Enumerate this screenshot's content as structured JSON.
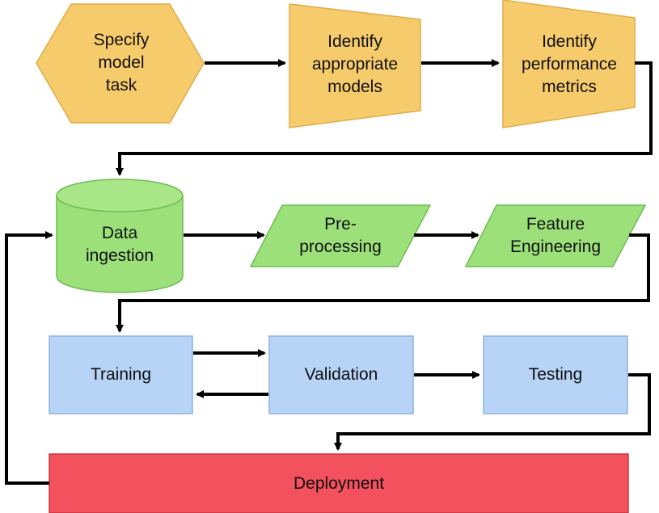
{
  "colors": {
    "stage_fill": "#F6CB6B",
    "stage_stroke": "#E0AC45",
    "data_fill": "#9CE07A",
    "data_stroke": "#6FBC55",
    "model_fill": "#B7D3F5",
    "model_stroke": "#8FB3DE",
    "deploy_fill": "#F2515D",
    "deploy_stroke": "#C8353F",
    "arrow": "#000000"
  },
  "nodes": {
    "specify": "Specify\nmodel\ntask",
    "identify_models": "Identify\nappropriate\nmodels",
    "identify_metrics": "Identify\nperformance\nmetrics",
    "data_ingestion": "Data\ningestion",
    "preprocessing": "Pre-\nprocessing",
    "feature_engineering": "Feature\nEngineering",
    "training": "Training",
    "validation": "Validation",
    "testing": "Testing",
    "deployment": "Deployment"
  }
}
